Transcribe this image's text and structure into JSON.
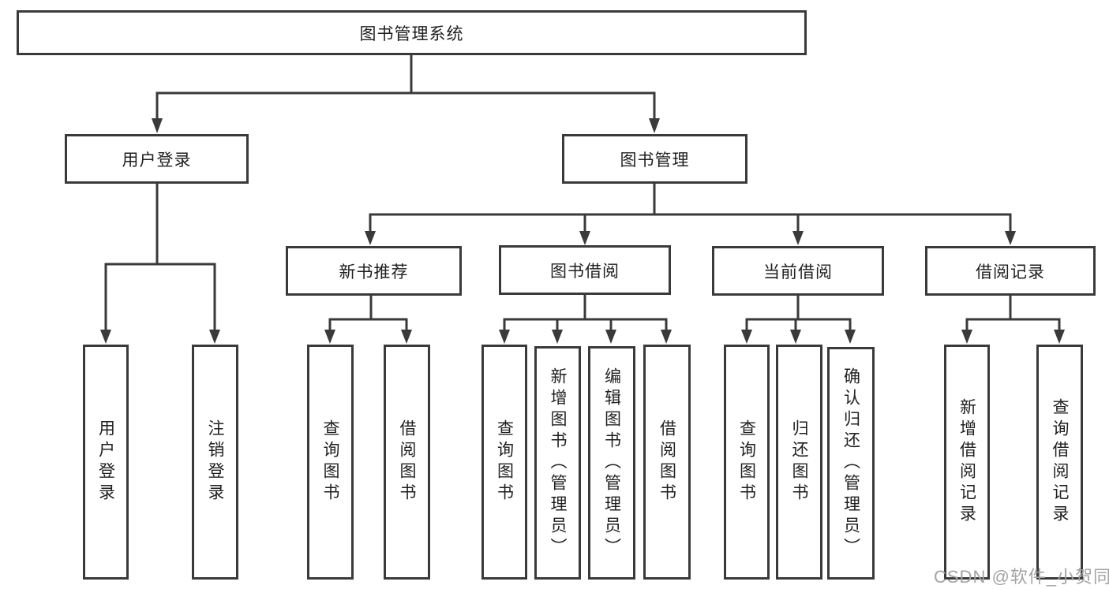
{
  "diagram": {
    "tree": {
      "label": "图书管理系统",
      "children": [
        {
          "label": "用户登录",
          "children": [
            {
              "label": "用户登录"
            },
            {
              "label": "注销登录"
            }
          ]
        },
        {
          "label": "图书管理",
          "children": [
            {
              "label": "新书推荐",
              "children": [
                {
                  "label": "查询图书"
                },
                {
                  "label": "借阅图书"
                }
              ]
            },
            {
              "label": "图书借阅",
              "children": [
                {
                  "label": "查询图书"
                },
                {
                  "label": "新增图书（管理员）"
                },
                {
                  "label": "编辑图书（管理员）"
                },
                {
                  "label": "借阅图书"
                }
              ]
            },
            {
              "label": "当前借阅",
              "children": [
                {
                  "label": "查询图书"
                },
                {
                  "label": "归还图书"
                },
                {
                  "label": "确认归还（管理员）"
                }
              ]
            },
            {
              "label": "借阅记录",
              "children": [
                {
                  "label": "新增借阅记录"
                },
                {
                  "label": "查询借阅记录"
                }
              ]
            }
          ]
        }
      ]
    },
    "watermark": "CSDN @软件_小贺同学",
    "colors": {
      "line": "#3a3a3a",
      "text": "#1f1f1f",
      "watermark": "#a3a3a3",
      "background": "#ffffff"
    }
  }
}
